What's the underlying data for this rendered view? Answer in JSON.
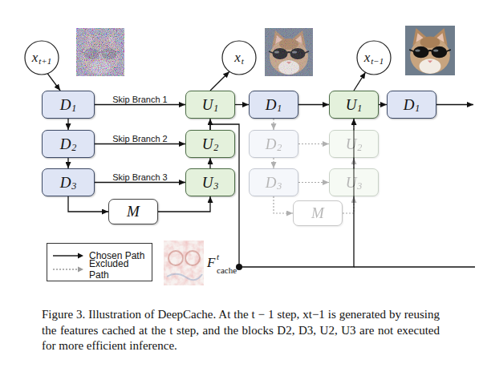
{
  "diagram": {
    "caption": "Figure 3. Illustration of DeepCache. At the t − 1 step, xt−1 is generated by reusing the features cached at the t step, and the blocks D2, D3, U2, U3 are not executed for more efficient inference.",
    "nodes": [
      {
        "text": [
          "x",
          "t+1"
        ]
      },
      {
        "text": [
          "x",
          "t"
        ]
      },
      {
        "text": [
          "x",
          "t−1"
        ]
      },
      {
        "text": [
          "D",
          "1"
        ]
      },
      {
        "text": [
          "D",
          "2"
        ]
      },
      {
        "text": [
          "D",
          "3"
        ]
      },
      {
        "text": [
          "U",
          "1"
        ]
      },
      {
        "text": [
          "U",
          "2"
        ]
      },
      {
        "text": [
          "U",
          "3"
        ]
      },
      {
        "text": [
          "M"
        ]
      },
      {
        "text": [
          "D",
          "1"
        ]
      },
      {
        "text": [
          "D",
          "2"
        ]
      },
      {
        "text": [
          "D",
          "3"
        ]
      },
      {
        "text": [
          "U",
          "1"
        ]
      },
      {
        "text": [
          "U",
          "2"
        ]
      },
      {
        "text": [
          "U",
          "3"
        ]
      },
      {
        "text": [
          "M"
        ]
      },
      {
        "text": [
          "D",
          "1"
        ]
      }
    ],
    "edges": [
      {
        "from": 0,
        "to": 3,
        "arrow": "to"
      },
      {
        "from": 3,
        "to": 4,
        "arrow": "to"
      },
      {
        "from": 4,
        "to": 5,
        "arrow": "to"
      },
      {
        "from": 5,
        "to": 9,
        "arrow": "to"
      },
      {
        "from": 9,
        "to": 8,
        "arrow": "to"
      },
      {
        "from": 8,
        "to": 7,
        "arrow": "to"
      },
      {
        "from": 7,
        "to": 6,
        "arrow": "to"
      },
      {
        "from": 6,
        "to": 1,
        "arrow": "to"
      },
      {
        "from": 3,
        "to": 6,
        "label": "Skip Branch 1",
        "arrow": "to"
      },
      {
        "from": 4,
        "to": 7,
        "label": "Skip Branch 2",
        "arrow": "to"
      },
      {
        "from": 5,
        "to": 8,
        "label": "Skip Branch 3",
        "arrow": "to"
      },
      {
        "from": 6,
        "to": 10,
        "arrow": "to"
      },
      {
        "from": 10,
        "to": 13,
        "arrow": "to"
      },
      {
        "from": 13,
        "to": 2,
        "arrow": "to"
      },
      {
        "from": 13,
        "to": 17,
        "arrow": "to"
      },
      {
        "from": 10,
        "to": 11,
        "arrow": "to"
      },
      {
        "from": 11,
        "to": 12,
        "arrow": "to"
      },
      {
        "from": 12,
        "to": 16,
        "arrow": "to"
      },
      {
        "from": 16,
        "to": 15,
        "arrow": "to"
      },
      {
        "from": 15,
        "to": 14,
        "arrow": "to"
      },
      {
        "from": 14,
        "to": 13,
        "arrow": "to"
      },
      {
        "from": 11,
        "to": 14,
        "arrow": "to"
      },
      {
        "from": 12,
        "to": 15,
        "arrow": "to"
      },
      {
        "from": 7,
        "to": 13,
        "arrow": "to"
      }
    ],
    "labels": [
      "F",
      "t",
      "cache"
    ],
    "legend": [
      {
        "text": "Chosen Path"
      },
      {
        "text": "Excluded Path"
      }
    ]
  }
}
